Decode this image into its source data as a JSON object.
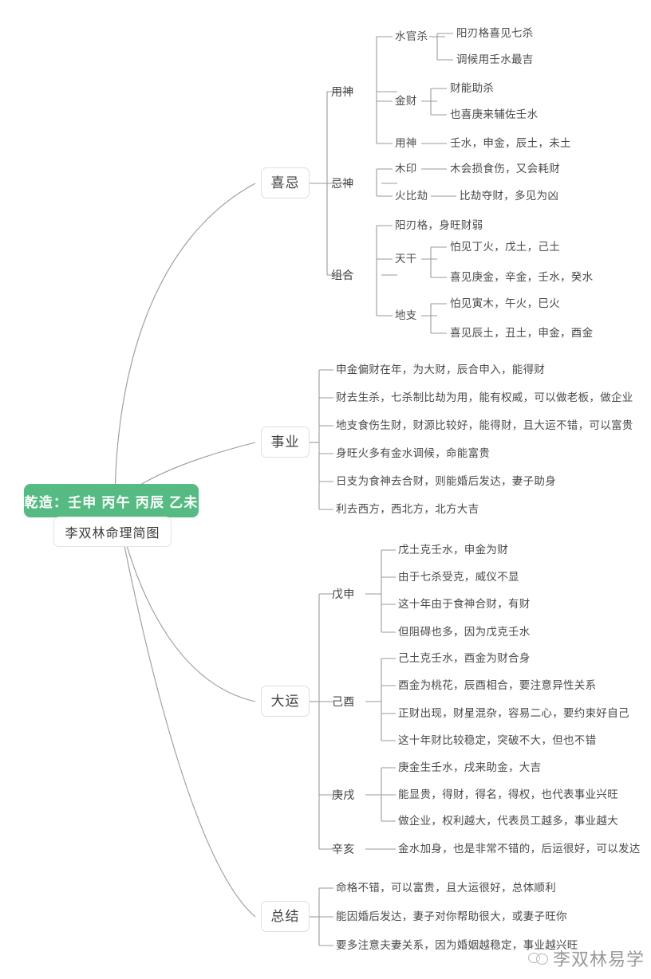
{
  "root": {
    "title": "乾造：壬申 丙午 丙辰 乙未",
    "subtitle": "李双林命理简图"
  },
  "colors": {
    "root_bg": "#55bb82",
    "line": "#9a9a9e",
    "text": "#4a4a4d",
    "box_border": "#dcdee0"
  },
  "branches": {
    "xiji": {
      "label": "喜忌",
      "groups": [
        {
          "label": "用神",
          "children": [
            {
              "label": "水官杀",
              "leaves": [
                "阳刃格喜见七杀",
                "调候用壬水最吉"
              ]
            },
            {
              "label": "金财",
              "leaves": [
                "财能助杀",
                "也喜庚来辅佐壬水"
              ]
            },
            {
              "label": "用神",
              "leaves": [
                "壬水，申金，辰土，未土"
              ]
            }
          ]
        },
        {
          "label": "忌神",
          "children": [
            {
              "label": "木印",
              "leaves": [
                "木会损食伤，又会耗财"
              ]
            },
            {
              "label": "火比劫",
              "leaves": [
                "比劫夺财，多见为凶"
              ]
            }
          ]
        },
        {
          "label": "组合",
          "children": [
            {
              "label": "阳刃格，身旺财弱",
              "leaves": []
            },
            {
              "label": "天干",
              "leaves": [
                "怕见丁火，戊土，己土",
                "喜见庚金，辛金，壬水，癸水"
              ]
            },
            {
              "label": "地支",
              "leaves": [
                "怕见寅木，午火，巳火",
                "喜见辰土，丑土，申金，酉金"
              ]
            }
          ]
        }
      ]
    },
    "shiye": {
      "label": "事业",
      "items": [
        "申金偏财在年，为大财，辰合申入，能得财",
        "财去生杀，七杀制比劫为用，能有权威，可以做老板，做企业",
        "地支食伤生财，财源比较好，能得财，且大运不错，可以富贵",
        "身旺火多有金水调候，命能富贵",
        "日支为食神去合财，则能婚后发达，妻子助身",
        "利去西方，西北方，北方大吉"
      ]
    },
    "dayun": {
      "label": "大运",
      "periods": [
        {
          "label": "戊申",
          "items": [
            "戊土克壬水，申金为财",
            "由于七杀受克，威仪不显",
            "这十年由于食神合财，有财",
            "但阻碍也多，因为戊克壬水"
          ]
        },
        {
          "label": "己酉",
          "items": [
            "己土克壬水，酉金为财合身",
            "酉金为桃花，辰酉相合，要注意异性关系",
            "正财出现，财星混杂，容易二心，要约束好自己",
            "这十年财比较稳定，突破不大，但也不错"
          ]
        },
        {
          "label": "庚戌",
          "items": [
            "庚金生壬水，戌来助金，大吉",
            "能显贵，得财，得名，得权，也代表事业兴旺",
            "做企业，权利越大，代表员工越多，事业越大"
          ]
        },
        {
          "label": "辛亥",
          "items": [
            "金水加身，也是非常不错的，后运很好，可以发达"
          ]
        }
      ]
    },
    "zongjie": {
      "label": "总结",
      "items": [
        "命格不错，可以富贵，且大运很好，总体顺利",
        "能因婚后发达，妻子对你帮助很大，或妻子旺你",
        "要多注意夫妻关系，因为婚姻越稳定，事业越兴旺"
      ]
    }
  },
  "watermark": {
    "text": "李双林易学"
  }
}
